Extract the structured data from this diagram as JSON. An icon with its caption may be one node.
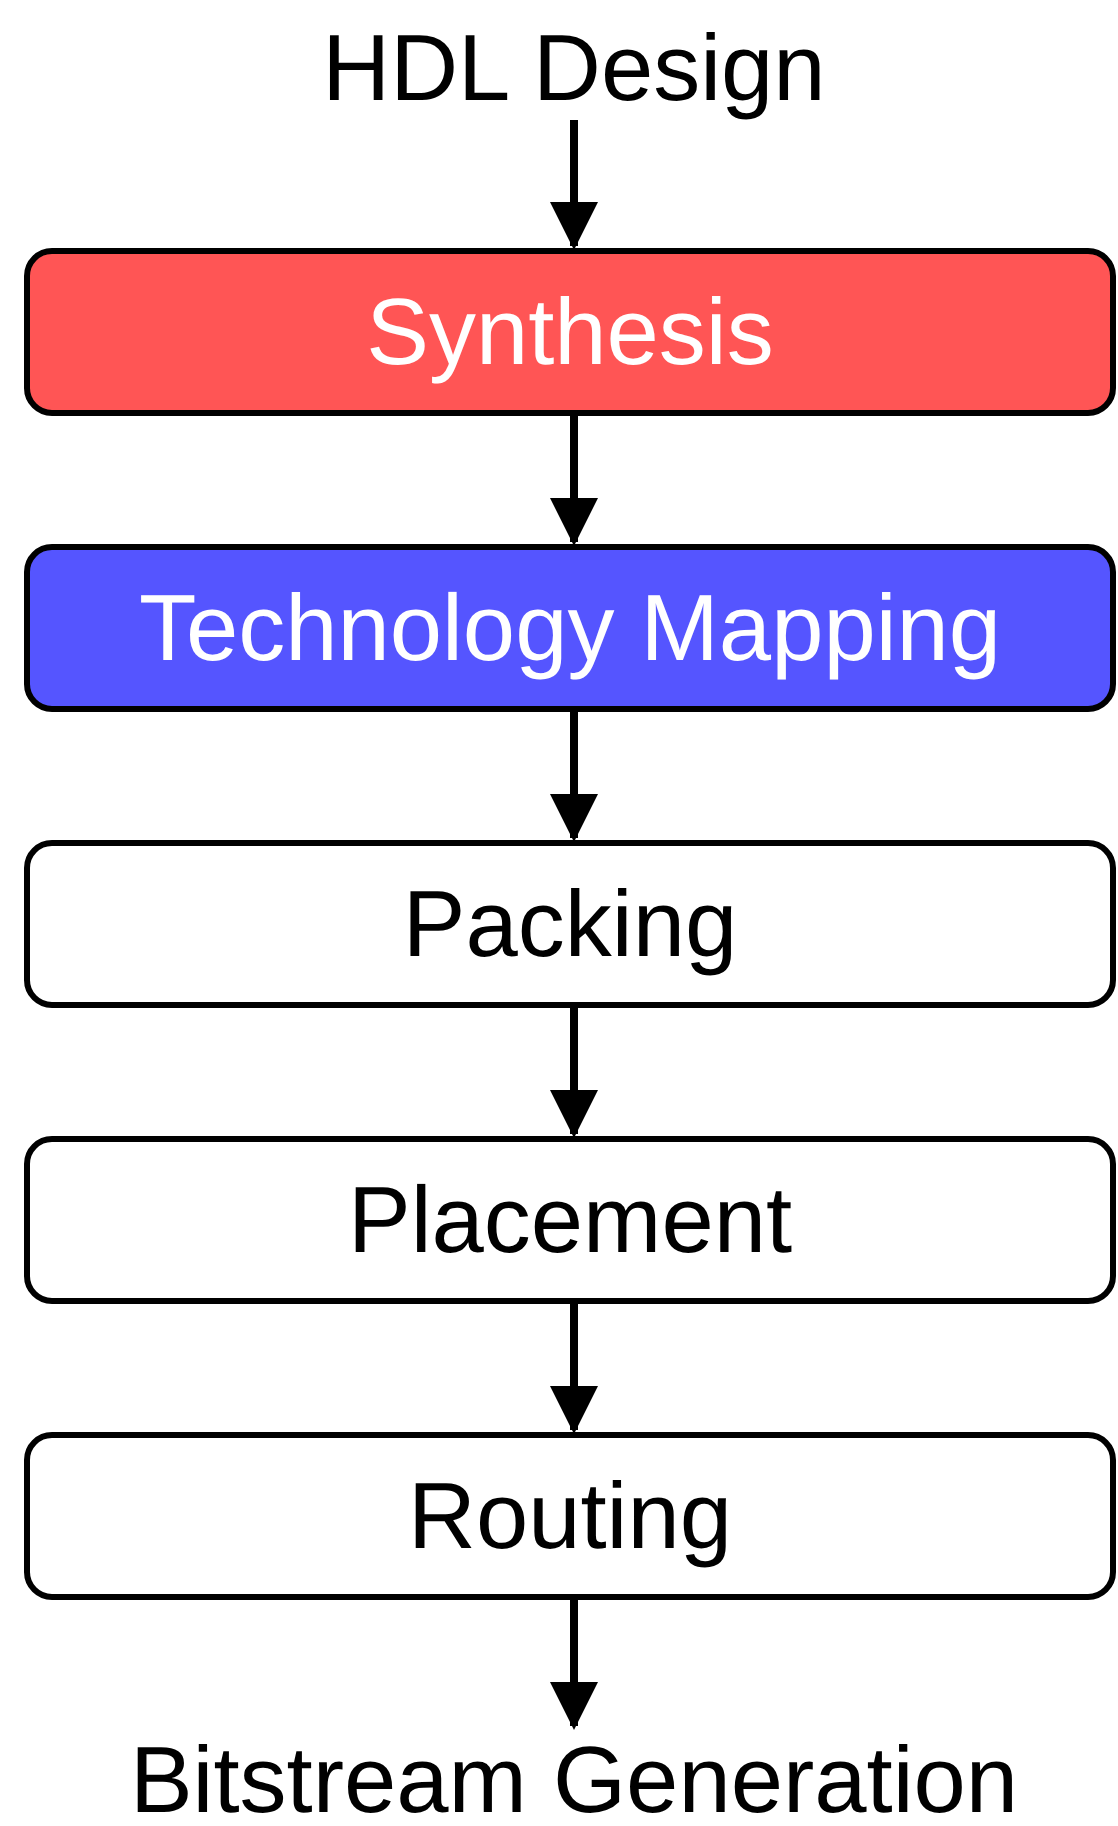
{
  "diagram": {
    "nodes": [
      {
        "text": [
          "HDL Design"
        ]
      },
      {
        "text": [
          "Synthesis"
        ]
      },
      {
        "text": [
          "Technology Mapping"
        ]
      },
      {
        "text": [
          "Packing"
        ]
      },
      {
        "text": [
          "Placement"
        ]
      },
      {
        "text": [
          "Routing"
        ]
      },
      {
        "text": [
          "Bitstream Generation"
        ]
      }
    ],
    "edges": [
      {
        "from": 0,
        "to": 1,
        "arrow": "to"
      },
      {
        "from": 1,
        "to": 2,
        "arrow": "to"
      },
      {
        "from": 2,
        "to": 3,
        "arrow": "to"
      },
      {
        "from": 3,
        "to": 4,
        "arrow": "to"
      },
      {
        "from": 4,
        "to": 5,
        "arrow": "to"
      },
      {
        "from": 5,
        "to": 6,
        "arrow": "to"
      }
    ]
  }
}
